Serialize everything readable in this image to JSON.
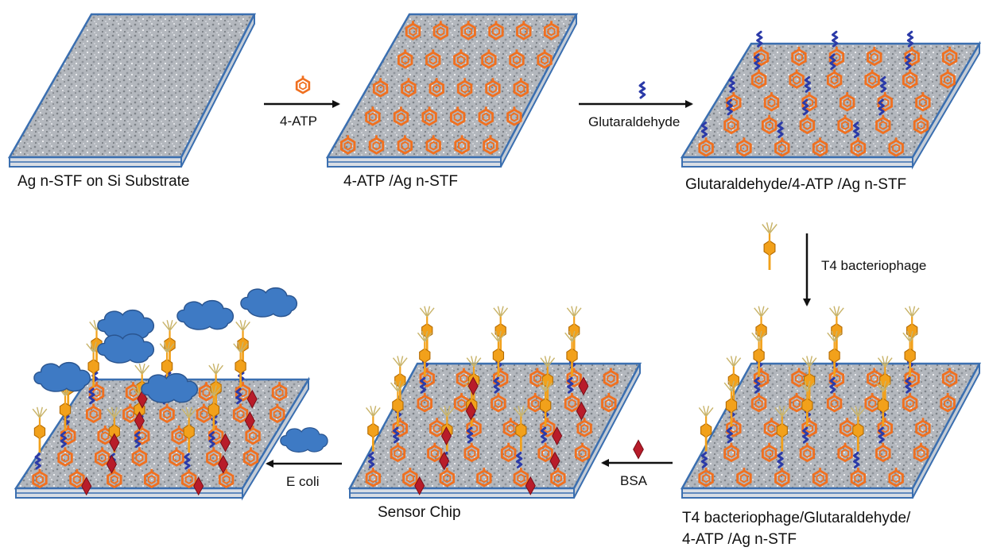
{
  "colors": {
    "substrate_top": "#b8bcc2",
    "substrate_edge": "#3b6fb0",
    "substrate_side": "#d8dde4",
    "atp_ring": "#f07020",
    "glutaraldehyde": "#2b3aa8",
    "phage_head": "#f2a11b",
    "phage_tail": "#f2a11b",
    "phage_legs": "#c9b46a",
    "bsa": "#b81c2a",
    "ecoli": "#3e7ac4",
    "arrow": "#111111"
  },
  "stages": [
    {
      "id": "bare",
      "label_lines": [
        "Ag n-STF on Si Substrate"
      ],
      "layers": []
    },
    {
      "id": "atp",
      "label_lines": [
        "4-ATP /Ag n-STF"
      ],
      "layers": [
        "atp"
      ]
    },
    {
      "id": "glut",
      "label_lines": [
        "Glutaraldehyde/4-ATP /Ag n-STF"
      ],
      "layers": [
        "atp",
        "glut"
      ]
    },
    {
      "id": "phage",
      "label_lines": [
        "T4 bacteriophage/Glutaraldehyde/",
        "4-ATP /Ag n-STF"
      ],
      "layers": [
        "atp",
        "glut",
        "phage"
      ]
    },
    {
      "id": "sensor",
      "label_lines": [
        "Sensor Chip"
      ],
      "layers": [
        "atp",
        "glut",
        "phage",
        "bsa"
      ]
    },
    {
      "id": "ecoli",
      "label_lines": [],
      "layers": [
        "atp",
        "glut",
        "phage",
        "bsa",
        "ecoli"
      ]
    }
  ],
  "arrows": [
    {
      "id": "arrow-4atp",
      "label": "4-ATP",
      "icon": "atp-icon"
    },
    {
      "id": "arrow-glutaraldehyde",
      "label": "Glutaraldehyde",
      "icon": "glutaraldehyde-icon"
    },
    {
      "id": "arrow-t4",
      "label": "T4 bacteriophage",
      "icon": "phage-icon"
    },
    {
      "id": "arrow-bsa",
      "label": "BSA",
      "icon": "bsa-icon"
    },
    {
      "id": "arrow-ecoli",
      "label": "E coli",
      "icon": "ecoli-icon"
    }
  ]
}
